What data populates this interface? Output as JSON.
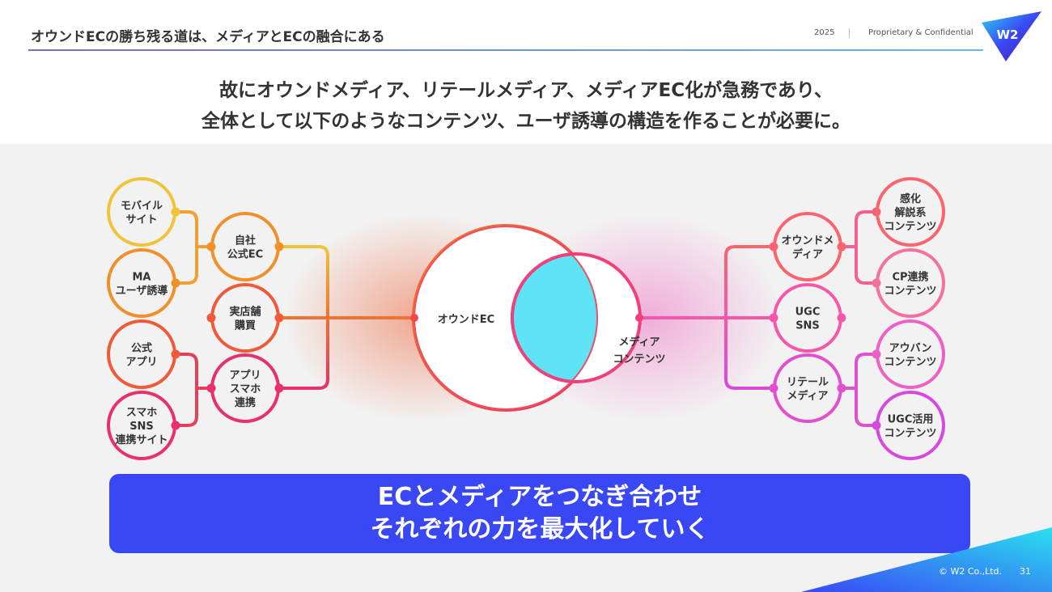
{
  "header": {
    "title": "オウンドECの勝ち残る道は、メディアとECの融合にある",
    "year": "2025",
    "confidential": "Proprietary & Confidential",
    "logo": "W2"
  },
  "lead": [
    "故にオウンドメディア、リテールメディア、メディアEC化が急務であり、",
    "全体として以下のようなコンテンツ、ユーザ誘導の構造を作ることが必要に。"
  ],
  "diagram": {
    "center_left": "オウンドEC",
    "center_right": [
      "メディア",
      "コンテンツ"
    ],
    "left_outer": [
      [
        "モバイル",
        "サイト"
      ],
      [
        "MA",
        "ユーザ誘導"
      ],
      [
        "公式",
        "アプリ"
      ],
      [
        "スマホ",
        "SNS",
        "連携サイト"
      ]
    ],
    "left_inner": [
      [
        "自社",
        "公式EC"
      ],
      [
        "実店舗",
        "購買"
      ],
      [
        "アプリ",
        "スマホ",
        "連携"
      ]
    ],
    "right_inner": [
      [
        "オウンドメ",
        "ディア"
      ],
      [
        "UGC",
        "SNS"
      ],
      [
        "リテール",
        "メディア"
      ]
    ],
    "right_outer": [
      [
        "感化",
        "解説系",
        "コンテンツ"
      ],
      [
        "CP連携",
        "コンテンツ"
      ],
      [
        "アウバン",
        "コンテンツ"
      ],
      [
        "UGC活用",
        "コンテンツ"
      ]
    ]
  },
  "banner": [
    "ECとメディアをつなぎ合わせ",
    "それぞれの力を最大化していく"
  ],
  "footer": {
    "copyright": "© W2 Co.,Ltd.",
    "page": "31"
  },
  "colors": {
    "banner": "#3a47f5",
    "overlap": "#5fe3f7"
  }
}
